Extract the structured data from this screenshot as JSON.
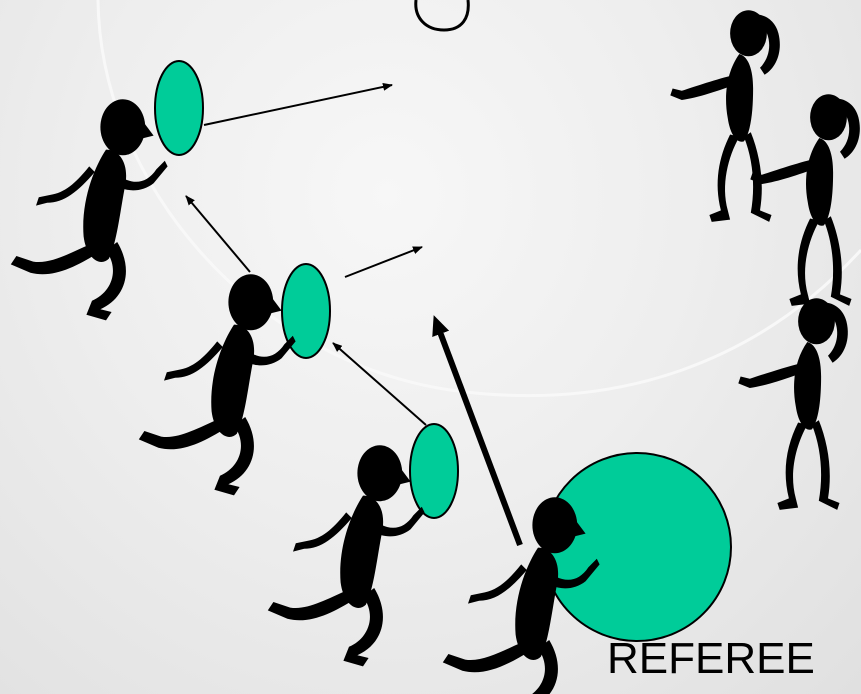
{
  "slide": {
    "referee_label": "REFEREE"
  },
  "colors": {
    "background": "#eeeeee",
    "ball_fill": "#00cc99",
    "outline": "#000000",
    "figure": "#000000"
  },
  "icons": {
    "runner": "running-person-silhouette",
    "waiting": "head-scratching-person-silhouette"
  },
  "figures": {
    "runners": 4,
    "waiting_people": 3,
    "balls": 4
  }
}
